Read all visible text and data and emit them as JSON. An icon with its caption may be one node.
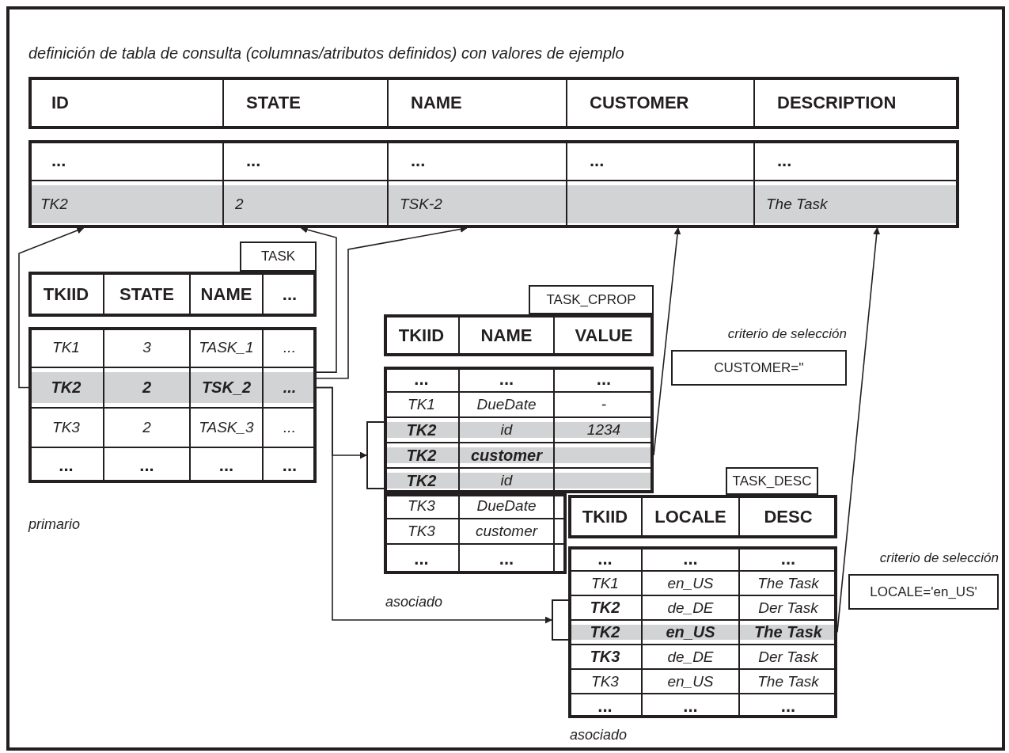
{
  "diagram": {
    "title": "definición de tabla de consulta (columnas/atributos definidos) con valores de ejemplo",
    "nodes": [
      {
        "text": [
          "ID",
          "STATE",
          "NAME",
          "CUSTOMER",
          "DESCRIPTION"
        ]
      },
      {
        "text": [
          "...",
          "...",
          "...",
          "...",
          "..."
        ]
      },
      {
        "text": [
          "TK2",
          "2",
          "TSK-2",
          "The Task"
        ]
      },
      {
        "text": [
          "TASK"
        ]
      },
      {
        "text": [
          "TKIID",
          "STATE",
          "NAME",
          "..."
        ]
      },
      {
        "text": [
          "TK1",
          "3",
          "TASK_1",
          "..."
        ]
      },
      {
        "text": [
          "TK2",
          "2",
          "TSK_2",
          "..."
        ]
      },
      {
        "text": [
          "TK3",
          "2",
          "TASK_3",
          "..."
        ]
      },
      {
        "text": [
          "...",
          "...",
          "...",
          "..."
        ]
      },
      {
        "text": [
          "TASK_CPROP"
        ]
      },
      {
        "text": [
          "TKIID",
          "NAME",
          "VALUE"
        ]
      },
      {
        "text": [
          "...",
          "...",
          "..."
        ]
      },
      {
        "text": [
          "TK1",
          "DueDate",
          "-"
        ]
      },
      {
        "text": [
          "TK2",
          "id",
          "1234"
        ]
      },
      {
        "text": [
          "TK2",
          "customer"
        ]
      },
      {
        "text": [
          "TK2",
          "id"
        ]
      },
      {
        "text": [
          "TK3",
          "DueDate"
        ]
      },
      {
        "text": [
          "TK3",
          "customer"
        ]
      },
      {
        "text": [
          "...",
          "..."
        ]
      },
      {
        "text": [
          "CUSTOMER=''"
        ],
        "beside": [
          "criterio de selección"
        ]
      },
      {
        "text": [],
        "shape": "bracket"
      },
      {
        "text": [
          "TASK_DESC"
        ]
      },
      {
        "text": [
          "TKIID",
          "LOCALE",
          "DESC"
        ]
      },
      {
        "text": [
          "...",
          "...",
          "..."
        ]
      },
      {
        "text": [
          "TK1",
          "en_US",
          "The Task"
        ]
      },
      {
        "text": [
          "TK2",
          "de_DE",
          "Der Task"
        ]
      },
      {
        "text": [
          "TK2",
          "en_US",
          "The Task"
        ]
      },
      {
        "text": [
          "TK3",
          "de_DE",
          "Der Task"
        ]
      },
      {
        "text": [
          "TK3",
          "en_US",
          "The Task"
        ]
      },
      {
        "text": [
          "...",
          "...",
          "..."
        ]
      },
      {
        "text": [
          "LOCALE='en_US'"
        ],
        "beside": [
          "criterio de selección"
        ]
      },
      {
        "text": [],
        "shape": "bracket"
      }
    ],
    "edges": [
      {
        "from": 6,
        "to": 2,
        "arrow": "to"
      },
      {
        "from": 6,
        "to": 2,
        "arrow": "to"
      },
      {
        "from": 6,
        "to": 2,
        "arrow": "to"
      },
      {
        "from": 14,
        "to": 2,
        "arrow": "to"
      },
      {
        "from": 26,
        "to": 2,
        "arrow": "to"
      },
      {
        "from": 6,
        "to": 20,
        "arrow": "to"
      },
      {
        "from": 6,
        "to": 31,
        "arrow": "to"
      }
    ],
    "labels": [
      "primario",
      "asociado",
      "asociado"
    ]
  }
}
